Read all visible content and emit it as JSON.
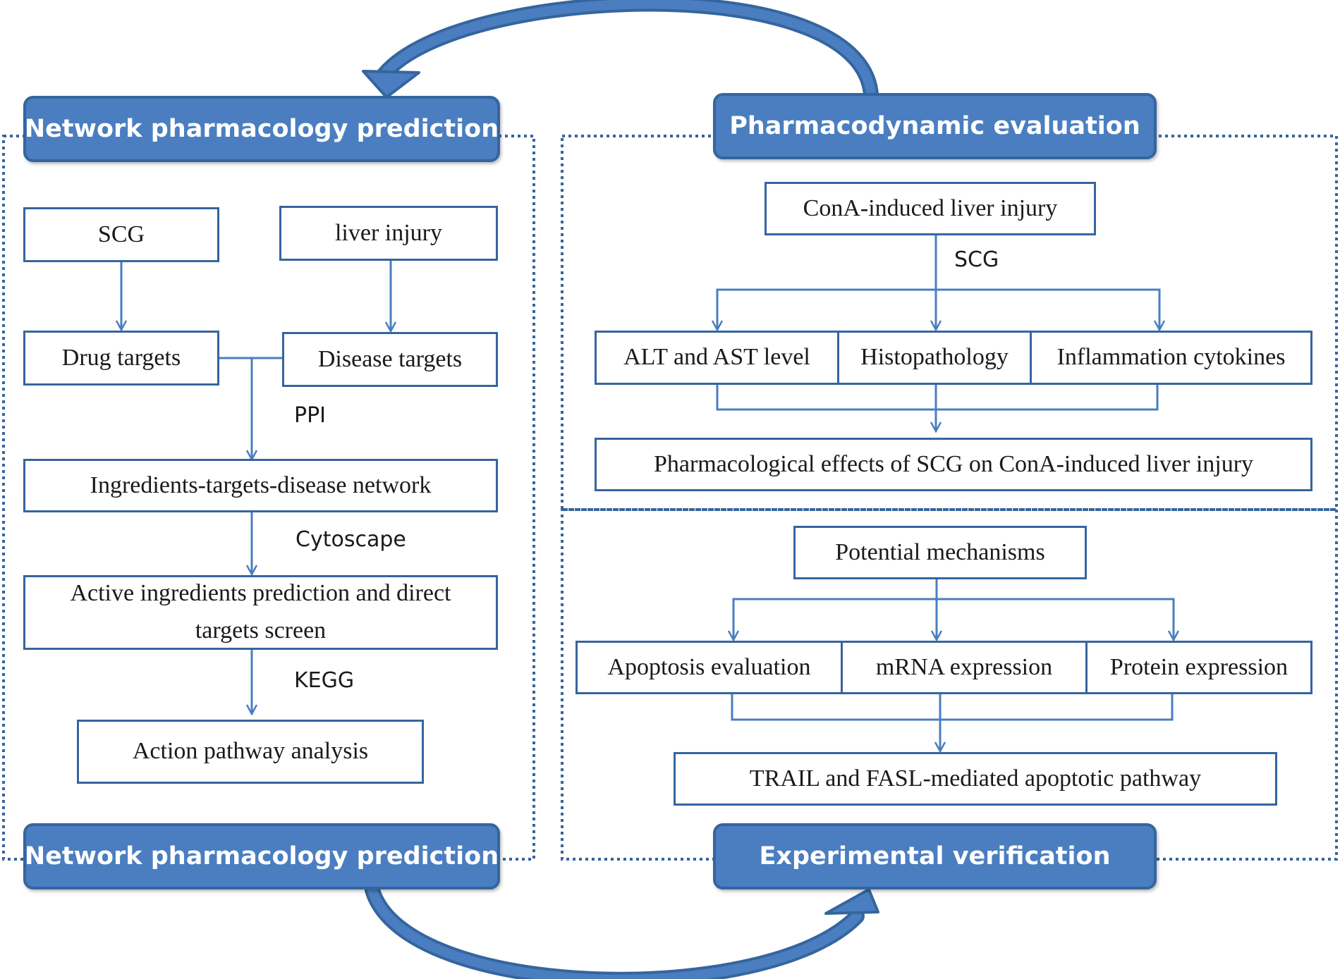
{
  "headers": {
    "np_top": "Network pharmacology  prediction",
    "pd_eval": "Pharmacodynamic  evaluation",
    "np_bottom": "Network pharmacology  prediction",
    "exp_verif": "Experimental  verification"
  },
  "left": {
    "scg": "SCG",
    "liver_injury": "liver  injury",
    "drug_targets": "Drug targets",
    "disease_targets": "Disease targets",
    "ppi": "PPI",
    "network": "Ingredients-targets-disease  network",
    "cytoscape": "Cytoscape",
    "active": "Active ingredients  prediction and direct targets screen",
    "kegg": "KEGG",
    "pathway": "Action pathway analysis"
  },
  "right_top": {
    "cona": "ConA-induced liver  injury",
    "scg": "SCG",
    "alt": "ALT and AST level",
    "histo": "Histopathology",
    "inflam": "Inflammation  cytokines",
    "effects": "Pharmacological  effects of SCG on ConA-induced liver  injury"
  },
  "right_bottom": {
    "potential": "Potential  mechanisms",
    "apoptosis": "Apoptosis evaluation",
    "mrna": "mRNA expression",
    "protein": "Protein expression",
    "trail": "TRAIL and FASL-mediated apoptotic pathway"
  },
  "colors": {
    "header_fill": "#4a7ec0",
    "border": "#35659e",
    "arrow": "#4a7ec0",
    "dotted": "#35659e"
  }
}
